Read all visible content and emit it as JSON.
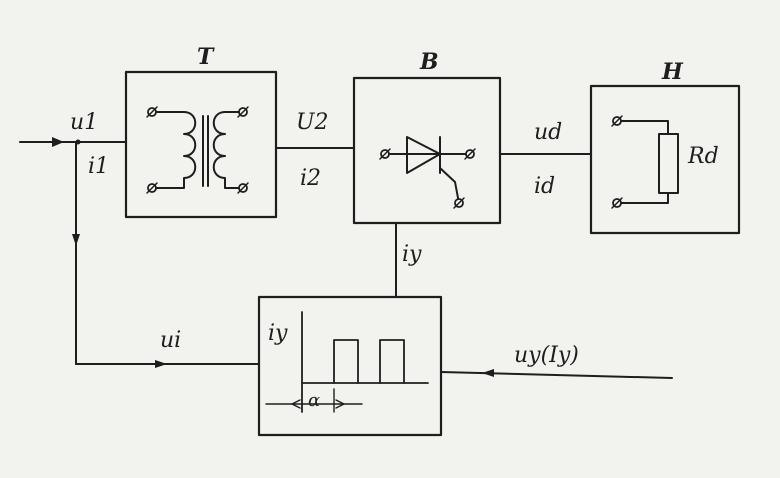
{
  "blocks": {
    "transformer": {
      "title": "T"
    },
    "rectifier": {
      "title": "B"
    },
    "load": {
      "title": "H",
      "resistor_label": "Rd"
    },
    "control_unit": {
      "pulse_label": "iy",
      "angle_label": "α"
    }
  },
  "signals": {
    "u1": "u1",
    "i1": "i1",
    "u2": "U2",
    "i2": "i2",
    "ud": "ud",
    "id": "id",
    "iy": "iy",
    "ui": "ui",
    "uy": "uy(Iy)"
  }
}
